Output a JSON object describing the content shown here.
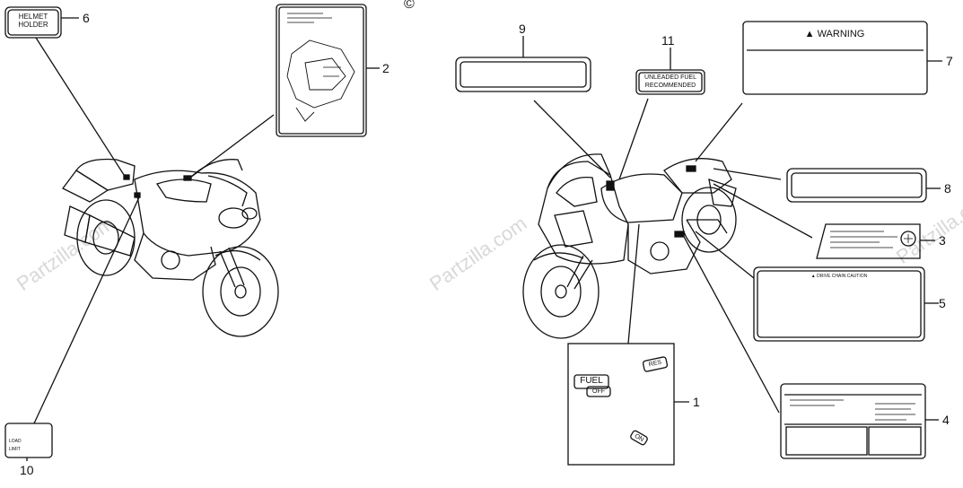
{
  "copyright": "©",
  "watermark": "Partzilla.com",
  "callouts": {
    "c1": "1",
    "c2": "2",
    "c3": "3",
    "c4": "4",
    "c5": "5",
    "c6": "6",
    "c7": "7",
    "c8": "8",
    "c9": "9",
    "c10": "10",
    "c11": "11"
  },
  "labels": {
    "helmet_holder": [
      "HELMET",
      "HOLDER"
    ],
    "unleaded": [
      "UNLEADED FUEL",
      "RECOMMENDED"
    ],
    "warning": "▲ WARNING",
    "drive_chain": "▲ DRIVE CHAIN CAUTION",
    "fuel": "FUEL",
    "off": "OFF",
    "res": "RES",
    "on": "ON",
    "label10": [
      "LOAD",
      "LIMIT"
    ]
  },
  "colors": {
    "ink": "#111111",
    "watermark": "#d8d8d8",
    "paper": "#ffffff"
  }
}
